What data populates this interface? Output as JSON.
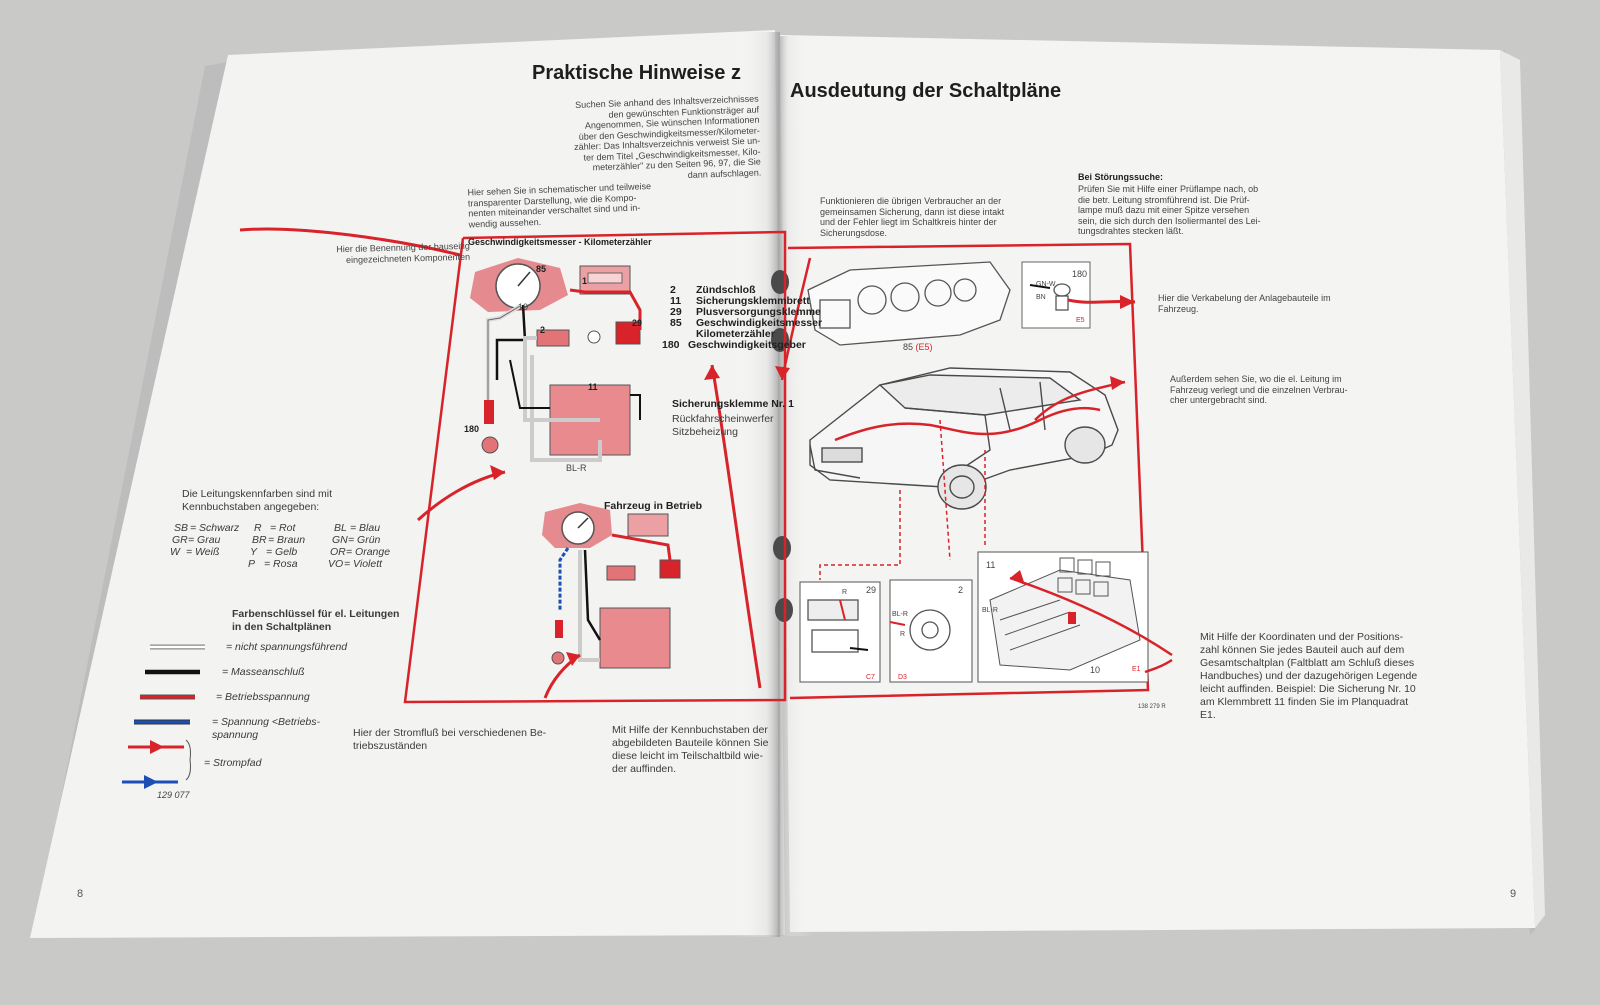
{
  "title": {
    "left": "Praktische Hinweise z",
    "right": "Ausdeutung der Schaltpläne"
  },
  "left_page": {
    "intro": "Suchen Sie anhand des Inhaltsverzeichnisses\nden gewünschten Funktionsträger auf\nAngenommen, Sie wünschen Informationen\nüber den Geschwindigkeitsmesser/Kilometer-\nzähler: Das Inhaltsverzeichnis verweist Sie un-\nter dem Titel „Geschwindigkeitsmesser, Kilo-\nmeterzähler\" zu den Seiten 96, 97, die Sie\ndann aufschlagen.",
    "schematic_note": "Hier sehen Sie in schematischer und teilweise\ntransparenter Darstellung, wie die Kompo-\nnenten miteinander verschaltet sind und in-\nwendig aussehen.",
    "component_note": "Hier die Benennung der bauseitig\neingezeichneten Komponenten",
    "diagram_title": "Geschwindigkeitsmesser - Kilometerzähler",
    "diagram_labels": {
      "n85": "85",
      "n1": "1",
      "n2": "2",
      "n29": "29",
      "n11": "11",
      "n180": "180",
      "n10": "10",
      "bl_r": "BL-R"
    },
    "components": [
      {
        "num": "2",
        "name": "Zündschloß"
      },
      {
        "num": "11",
        "name": "Sicherungsklemmbrett"
      },
      {
        "num": "29",
        "name": "Plusversorgungsklemme"
      },
      {
        "num": "85",
        "name": "Geschwindigkeitsmesser"
      },
      {
        "num": "",
        "name": "Kilometerzähler"
      },
      {
        "num": "180",
        "name": "Geschwindigkeitsgeber"
      }
    ],
    "fuse_heading": "Sicherungsklemme Nr. 1",
    "fuse_text": "Rückfahrscheinwerfer\nSitzbeheizung",
    "operating_heading": "Fahrzeug in Betrieb",
    "wire_colors_note": "Die Leitungskennfarben sind mit\nKennbuchstaben angegeben:",
    "wire_colors": [
      [
        "SB",
        "= Schwarz",
        "R",
        "= Rot",
        "BL",
        "= Blau"
      ],
      [
        "GR",
        "= Grau",
        "BR",
        "= Braun",
        "GN",
        "= Grün"
      ],
      [
        "W",
        "= Weiß",
        "Y",
        "= Gelb",
        "OR",
        "= Orange"
      ],
      [
        "",
        "",
        "P",
        "= Rosa",
        "VO",
        "= Violett"
      ]
    ],
    "color_key_title": "Farbenschlüssel für el. Leitungen\nin den Schaltplänen",
    "legend": [
      {
        "label": "= nicht spannungsführend",
        "color": "#ffffff"
      },
      {
        "label": "= Masseanschluß",
        "color": "#111111"
      },
      {
        "label": "= Betriebsspannung",
        "color": "#d8232a"
      },
      {
        "label": "= Spannung <Betriebs-\nspannung",
        "color": "#1b4fb5"
      },
      {
        "label": "= Strompfad",
        "color": "#d8232a"
      }
    ],
    "figure_code": "129 077",
    "current_flow_note": "Hier der Stromfluß bei verschiedenen Be-\ntriebszuständen",
    "letter_note": "Mit Hilfe der Kennbuchstaben der\nabgebildeten Bauteile können Sie\ndiese leicht im Teilschaltbild wie-\nder auffinden.",
    "page_number": "8"
  },
  "right_page": {
    "consumers_note": "Funktionieren die übrigen Verbraucher an der\ngemeinsamen Sicherung, dann ist diese intakt\nund der Fehler liegt im Schaltkreis hinter der\nSicherungsdose.",
    "troubleshoot_heading": "Bei Störungssuche:",
    "troubleshoot_text": "Prüfen Sie mit Hilfe einer Prüflampe nach, ob\ndie betr. Leitung stromführend ist. Die Prüf-\nlampe muß dazu mit einer Spitze versehen\nsein, die sich durch den Isoliermantel des Lei-\ntungsdrahtes stecken läßt.",
    "wiring_note": "Hier die Verkabelung der Anlagebauteile im\nFahrzeug.",
    "routing_note": "Außerdem sehen Sie, wo die el. Leitung im\nFahrzeug verlegt und die einzelnen Verbrau-\ncher untergebracht sind.",
    "coordinates_note": "Mit Hilfe der Koordinaten und der Positions-\nzahl können Sie jedes Bauteil auch auf dem\nGesamtschaltplan (Faltblatt am Schluß dieses\nHandbuches) und der dazugehörigen Legende\nleicht auffinden. Beispiel: Die Sicherung Nr. 10\nam Klemmbrett 11 finden Sie im Planquadrat\nE1.",
    "labels": {
      "n180": "180",
      "n85": "85",
      "n85coord": "(E5)",
      "e5": "E5",
      "gnw": "GN-W",
      "bn": "BN",
      "n29": "29",
      "n2": "2",
      "n11": "11",
      "n10": "10",
      "e1": "E1",
      "bl_r": "BL-R",
      "r": "R",
      "c7": "C7",
      "d3": "D3",
      "fig": "138 279 R"
    },
    "page_number": "9"
  }
}
